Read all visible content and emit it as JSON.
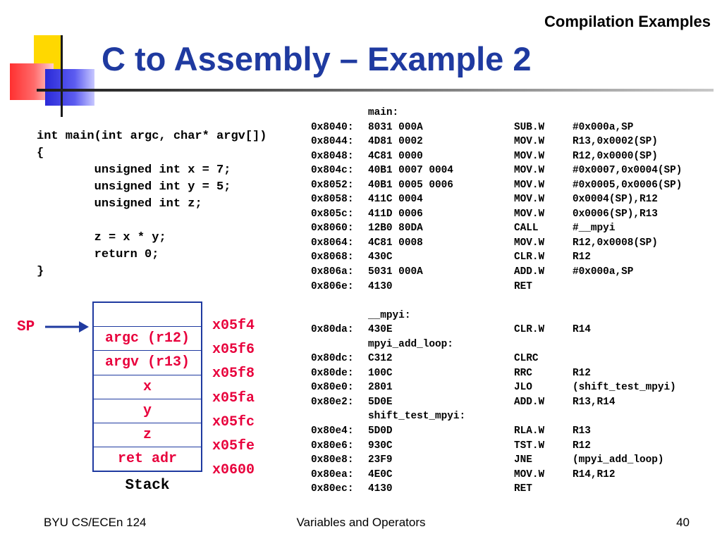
{
  "header": {
    "section": "Compilation Examples",
    "title": "C to Assembly – Example 2"
  },
  "c_code": "int main(int argc, char* argv[])\n{\n\tunsigned int x = 7;\n\tunsigned int y = 5;\n\tunsigned int z;\n\n\tz = x * y;\n\treturn 0;\n}",
  "assembly": [
    {
      "label": "main:"
    },
    {
      "addr": "0x8040:",
      "hex": "8031 000A",
      "op": "SUB.W",
      "arg": "#0x000a,SP"
    },
    {
      "addr": "0x8044:",
      "hex": "4D81 0002",
      "op": "MOV.W",
      "arg": "R13,0x0002(SP)"
    },
    {
      "addr": "0x8048:",
      "hex": "4C81 0000",
      "op": "MOV.W",
      "arg": "R12,0x0000(SP)"
    },
    {
      "addr": "0x804c:",
      "hex": "40B1 0007 0004",
      "op": "MOV.W",
      "arg": "#0x0007,0x0004(SP)"
    },
    {
      "addr": "0x8052:",
      "hex": "40B1 0005 0006",
      "op": "MOV.W",
      "arg": "#0x0005,0x0006(SP)"
    },
    {
      "addr": "0x8058:",
      "hex": "411C 0004",
      "op": "MOV.W",
      "arg": "0x0004(SP),R12"
    },
    {
      "addr": "0x805c:",
      "hex": "411D 0006",
      "op": "MOV.W",
      "arg": "0x0006(SP),R13"
    },
    {
      "addr": "0x8060:",
      "hex": "12B0 80DA",
      "op": "CALL",
      "arg": "#__mpyi"
    },
    {
      "addr": "0x8064:",
      "hex": "4C81 0008",
      "op": "MOV.W",
      "arg": "R12,0x0008(SP)"
    },
    {
      "addr": "0x8068:",
      "hex": "430C",
      "op": "CLR.W",
      "arg": "R12"
    },
    {
      "addr": "0x806a:",
      "hex": "5031 000A",
      "op": "ADD.W",
      "arg": "#0x000a,SP"
    },
    {
      "addr": "0x806e:",
      "hex": "4130",
      "op": "RET",
      "arg": ""
    },
    {
      "blank": true
    },
    {
      "label": "__mpyi:"
    },
    {
      "addr": "0x80da:",
      "hex": "430E",
      "op": "CLR.W",
      "arg": "R14"
    },
    {
      "label": "mpyi_add_loop:"
    },
    {
      "addr": "0x80dc:",
      "hex": "C312",
      "op": "CLRC",
      "arg": ""
    },
    {
      "addr": "0x80de:",
      "hex": "100C",
      "op": "RRC",
      "arg": "R12"
    },
    {
      "addr": "0x80e0:",
      "hex": "2801",
      "op": "JLO",
      "arg": "(shift_test_mpyi)"
    },
    {
      "addr": "0x80e2:",
      "hex": "5D0E",
      "op": "ADD.W",
      "arg": "R13,R14"
    },
    {
      "label": "shift_test_mpyi:"
    },
    {
      "addr": "0x80e4:",
      "hex": "5D0D",
      "op": "RLA.W",
      "arg": "R13"
    },
    {
      "addr": "0x80e6:",
      "hex": "930C",
      "op": "TST.W",
      "arg": "R12"
    },
    {
      "addr": "0x80e8:",
      "hex": "23F9",
      "op": "JNE",
      "arg": "(mpyi_add_loop)"
    },
    {
      "addr": "0x80ea:",
      "hex": "4E0C",
      "op": "MOV.W",
      "arg": "R14,R12"
    },
    {
      "addr": "0x80ec:",
      "hex": "4130",
      "op": "RET",
      "arg": ""
    }
  ],
  "stack": {
    "pointer_label": "SP",
    "cells": [
      "",
      "argc (r12)",
      "argv (r13)",
      "x",
      "y",
      "z",
      "ret adr"
    ],
    "addresses": [
      "x05f4",
      "x05f6",
      "x05f8",
      "x05fa",
      "x05fc",
      "x05fe",
      "x0600"
    ],
    "label": "Stack"
  },
  "footer": {
    "left": "BYU CS/ECEn 124",
    "center": "Variables and Operators",
    "page": "40"
  },
  "colors": {
    "title": "#1f3aa0",
    "stack_text": "#e8003c",
    "stack_border": "#1f3aa0",
    "arrow": "#1f3aa0"
  }
}
